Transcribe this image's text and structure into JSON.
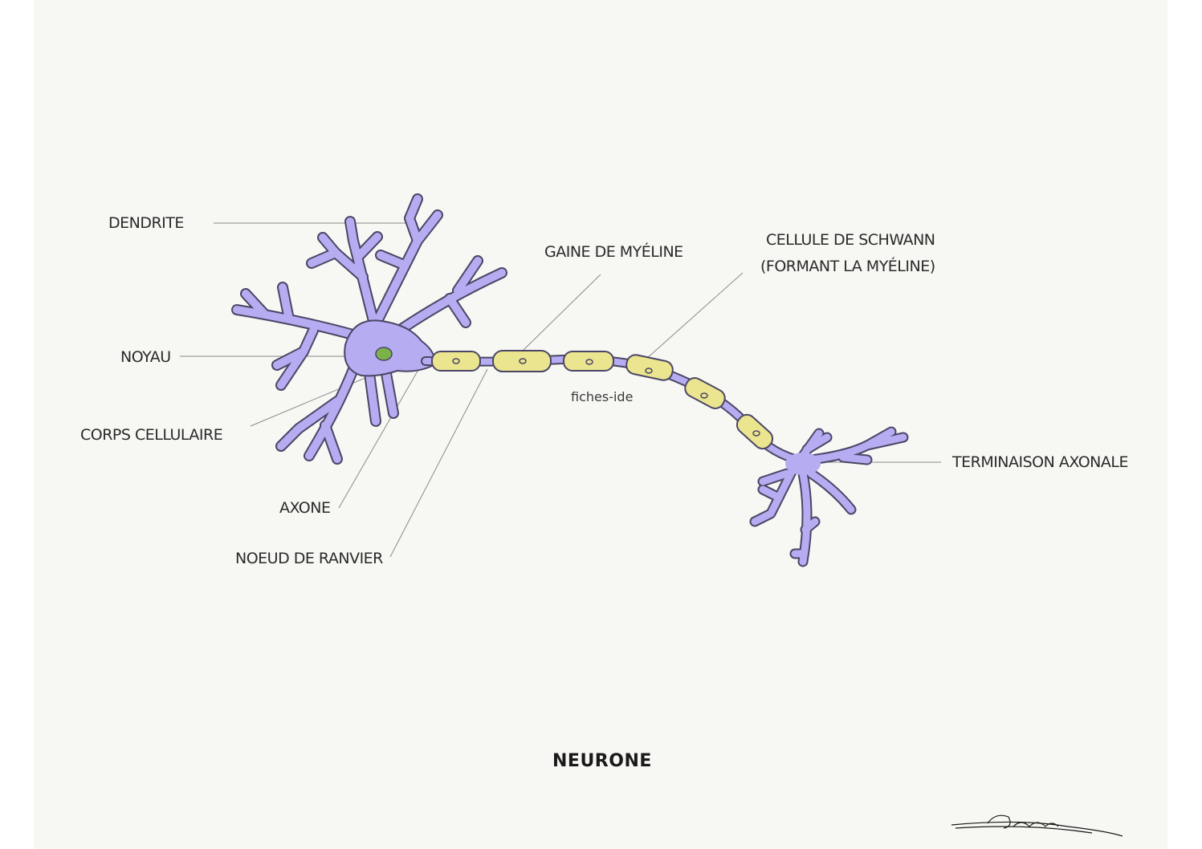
{
  "title": "NEURONE",
  "watermark": "fiches-ide",
  "colors": {
    "paper": "#f7f7f3",
    "neuron_body": "#b6acf2",
    "myelin": "#eae58e",
    "nucleus": "#7bb34a",
    "outline": "#4b4666",
    "leader_line": "#8a8a8a"
  },
  "labels": {
    "dendrite": "DENDRITE",
    "noyau": "NOYAU",
    "corps_cellulaire": "CORPS CELLULAIRE",
    "axone": "AXONE",
    "noeud_de_ranvier": "NOEUD DE RANVIER",
    "gaine_de_myeline": "GAINE DE MYÉLINE",
    "cellule_de_schwann_line1": "CELLULE DE SCHWANN",
    "cellule_de_schwann_line2": "(FORMANT LA MYÉLINE)",
    "terminaison_axonale": "TERMINAISON AXONALE"
  },
  "signature": "Lena"
}
